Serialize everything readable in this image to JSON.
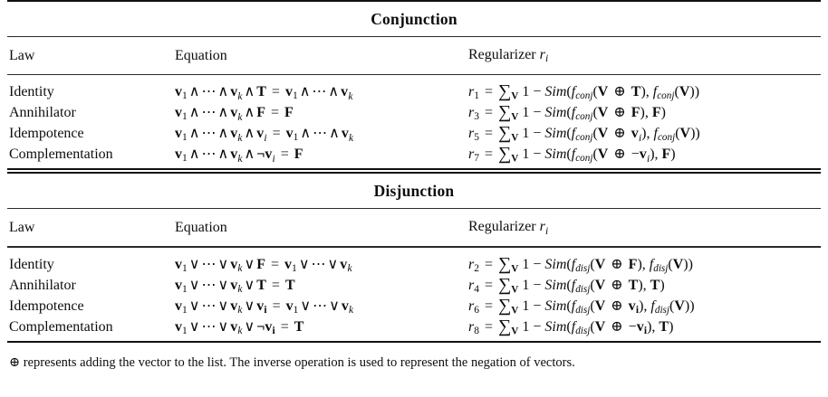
{
  "table": {
    "footnote": "⊕ represents adding the vector to the list. The inverse operation is used to represent the negation of vectors.",
    "sections": [
      {
        "title": "Conjunction",
        "columns": {
          "law": "Law",
          "equation": "Equation",
          "regularizer_prefix": "Regularizer",
          "regularizer_symbol": "r",
          "regularizer_subscript": "i"
        },
        "rows": [
          {
            "law": "Identity",
            "equation_text": "v₁ ∧ ⋯ ∧ vₖ ∧ T = v₁ ∧ ⋯ ∧ vₖ",
            "regularizer_text": "r₁ = ∑ᵥ 1 − Sim(f_conj(V ⊕ T), f_conj(V))",
            "index": "1",
            "func": "conj",
            "arg_added": "T",
            "arg_second": "f_conj(V)"
          },
          {
            "law": "Annihilator",
            "equation_text": "v₁ ∧ ⋯ ∧ vₖ ∧ F = F",
            "regularizer_text": "r₃ = ∑ᵥ 1 − Sim(f_conj(V ⊕ F), F)",
            "index": "3",
            "func": "conj",
            "arg_added": "F",
            "arg_second": "F"
          },
          {
            "law": "Idempotence",
            "equation_text": "v₁ ∧ ⋯ ∧ vₖ ∧ vᵢ = v₁ ∧ ⋯ ∧ vₖ",
            "regularizer_text": "r₅ = ∑ᵥ 1 − Sim(f_conj(V ⊕ vᵢ), f_conj(V))",
            "index": "5",
            "func": "conj",
            "arg_added": "v_i",
            "arg_second": "f_conj(V)"
          },
          {
            "law": "Complementation",
            "equation_text": "v₁ ∧ ⋯ ∧ vₖ ∧ ¬vᵢ = F",
            "regularizer_text": "r₇ = ∑ᵥ 1 − Sim(f_conj(V ⊕ −vᵢ), F)",
            "index": "7",
            "func": "conj",
            "arg_added": "−v_i",
            "arg_second": "F"
          }
        ]
      },
      {
        "title": "Disjunction",
        "columns": {
          "law": "Law",
          "equation": "Equation",
          "regularizer_prefix": "Regularizer",
          "regularizer_symbol": "r",
          "regularizer_subscript": "i"
        },
        "rows": [
          {
            "law": "Identity",
            "equation_text": "v₁ ∨ ⋯ ∨ vₖ ∨ F = v₁ ∨ ⋯ ∨ vₖ",
            "regularizer_text": "r₂ = ∑ᵥ 1 − Sim(f_disj(V ⊕ F), f_disj(V))",
            "index": "2",
            "func": "disj",
            "arg_added": "F",
            "arg_second": "f_disj(V)"
          },
          {
            "law": "Annihilator",
            "equation_text": "v₁ ∨ ⋯ ∨ vₖ ∨ T = T",
            "regularizer_text": "r₄ = ∑ᵥ 1 − Sim(f_disj(V ⊕ T), T)",
            "index": "4",
            "func": "disj",
            "arg_added": "T",
            "arg_second": "T"
          },
          {
            "law": "Idempotence",
            "equation_text": "v₁ ∨ ⋯ ∨ vₖ ∨ vᵢ = v₁ ∨ ⋯ ∨ vₖ",
            "regularizer_text": "r₆ = ∑ᵥ 1 − Sim(f_disj(V ⊕ vᵢ), f_disj(V))",
            "index": "6",
            "func": "disj",
            "arg_added": "v_i",
            "arg_second": "f_disj(V)"
          },
          {
            "law": "Complementation",
            "equation_text": "v₁ ∨ ⋯ ∨ vₖ ∨ ¬vᵢ = T",
            "regularizer_text": "r₈ = ∑ᵥ 1 − Sim(f_disj(V ⊕ −vᵢ), T)",
            "index": "8",
            "func": "disj",
            "arg_added": "−v_i",
            "arg_second": "T"
          }
        ]
      }
    ],
    "math_symbols": {
      "and": "∧",
      "or": "∨",
      "not": "¬",
      "oplus": "⊕",
      "sum": "∑",
      "dots": "⋯",
      "equals": "=",
      "minus": "−",
      "one": "1",
      "sim": "Sim",
      "true": "T",
      "false": "F",
      "vector": "v",
      "vector_set": "V",
      "k": "k",
      "i": "i",
      "f": "f",
      "r": "r"
    }
  }
}
